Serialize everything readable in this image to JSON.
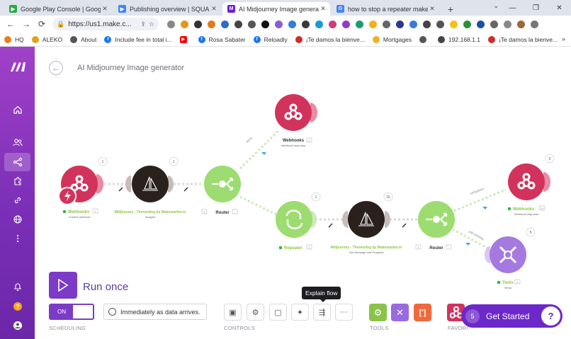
{
  "browser": {
    "tabs": [
      {
        "title": "Google Play Console | Google P...",
        "icon": "play-icon",
        "color": "#2aa84a",
        "active": false
      },
      {
        "title": "Publishing overview | SQUARE P...",
        "icon": "play-console-icon",
        "color": "#4285f4",
        "active": false
      },
      {
        "title": "AI Midjourney Image generator",
        "icon": "make-icon",
        "color": "#6d1ed4",
        "active": true
      },
      {
        "title": "how to stop a repeater make inf...",
        "icon": "google-icon",
        "color": "#4285f4",
        "active": false
      }
    ],
    "new_tab": "+",
    "url": "https://us1.make.c...",
    "back": "←",
    "forward": "→",
    "reload": "⟳",
    "bookmarks": [
      {
        "label": "HQ",
        "color": "#e47f1a"
      },
      {
        "label": "ALEKO",
        "color": "#e0a21a"
      },
      {
        "label": "About",
        "color": "#555"
      },
      {
        "label": "Include fee in total i...",
        "color": "#1877f2"
      },
      {
        "label": "",
        "color": "#ff0000"
      },
      {
        "label": "Rosa Sabater",
        "color": "#1877f2"
      },
      {
        "label": "Reloadly",
        "color": "#1877f2"
      },
      {
        "label": "¡Te damos la bienve...",
        "color": "#d12c2c"
      },
      {
        "label": "Mortgages",
        "color": "#f2b01e"
      },
      {
        "label": "",
        "color": "#555"
      },
      {
        "label": "192.168.1.1",
        "color": "#444"
      },
      {
        "label": "¡Te damos la bienve...",
        "color": "#d12c2c"
      }
    ],
    "more": "»"
  },
  "scenario": {
    "title": "AI Midjourney Image generator",
    "back_icon": "←"
  },
  "modules": {
    "webhooks_1": {
      "name": "Webhooks",
      "sub": "Custom webhook",
      "badge": "1",
      "id": "1"
    },
    "midjourney_1": {
      "name": "Midjourney - Thenextleg by Makemarket.io",
      "sub": "Imagine",
      "badge": "1",
      "id": "1"
    },
    "router_1": {
      "name": "Router",
      "id": "1"
    },
    "webhooks_2": {
      "name": "Webhooks",
      "sub": "Webhook response",
      "id": "1"
    },
    "repeater": {
      "name": "Repeater",
      "badge": "1",
      "id": "1"
    },
    "midjourney_2": {
      "name": "Midjourney - Thenextleg by Makemarket.io",
      "sub": "Get Message and Progress",
      "badge": "15",
      "id": "1"
    },
    "router_2": {
      "name": "Router",
      "id": "1"
    },
    "webhooks_3": {
      "name": "Webhooks",
      "sub": "Webhook response",
      "badge": "0",
      "id": "14"
    },
    "tools": {
      "name": "Tools",
      "sub": "Sleep",
      "badge": "5",
      "id": "1"
    }
  },
  "route_labels": {
    "r1": "done",
    "r2": "completed",
    "r3": "still working"
  },
  "controls": {
    "run_once": "Run once",
    "toggle_on": "ON",
    "schedule": "Immediately as data arrives.",
    "scheduling_label": "SCHEDULING",
    "controls_label": "CONTROLS",
    "tools_label": "TOOLS",
    "favorites_label": "FAVORI",
    "tooltip": "Explain flow",
    "more": "···"
  },
  "get_started": {
    "count": "5",
    "label": "Get Started"
  },
  "colors": {
    "webhook": "#d2335c",
    "midjourney": "#2a211d",
    "router": "#9ddc71",
    "tools": "#a47ae0",
    "brand": "#6d28c9"
  }
}
